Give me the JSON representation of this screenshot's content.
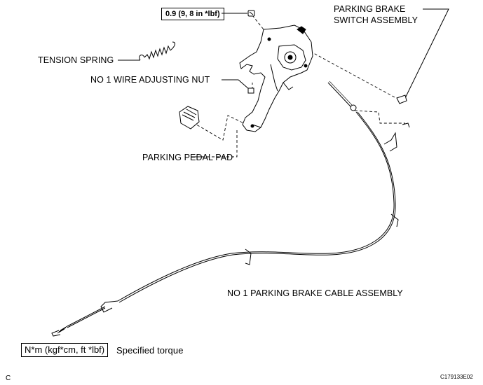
{
  "torque_value": "0.9 (9, 8 in *lbf)",
  "labels": {
    "parking_brake_switch_line1": "PARKING BRAKE",
    "parking_brake_switch_line2": "SWITCH ASSEMBLY",
    "tension_spring": "TENSION SPRING",
    "wire_adjusting_nut": "NO  1 WIRE ADJUSTING NUT",
    "parking_pedal_pad": "PARKING PEDAL PAD",
    "cable_assembly": "NO  1 PARKING BRAKE CABLE ASSEMBLY"
  },
  "legend": {
    "unit": "N*m (kgf*cm, ft *lbf)",
    "description": "Specified torque"
  },
  "corner_left": "C",
  "figure_code": "C179133E02"
}
